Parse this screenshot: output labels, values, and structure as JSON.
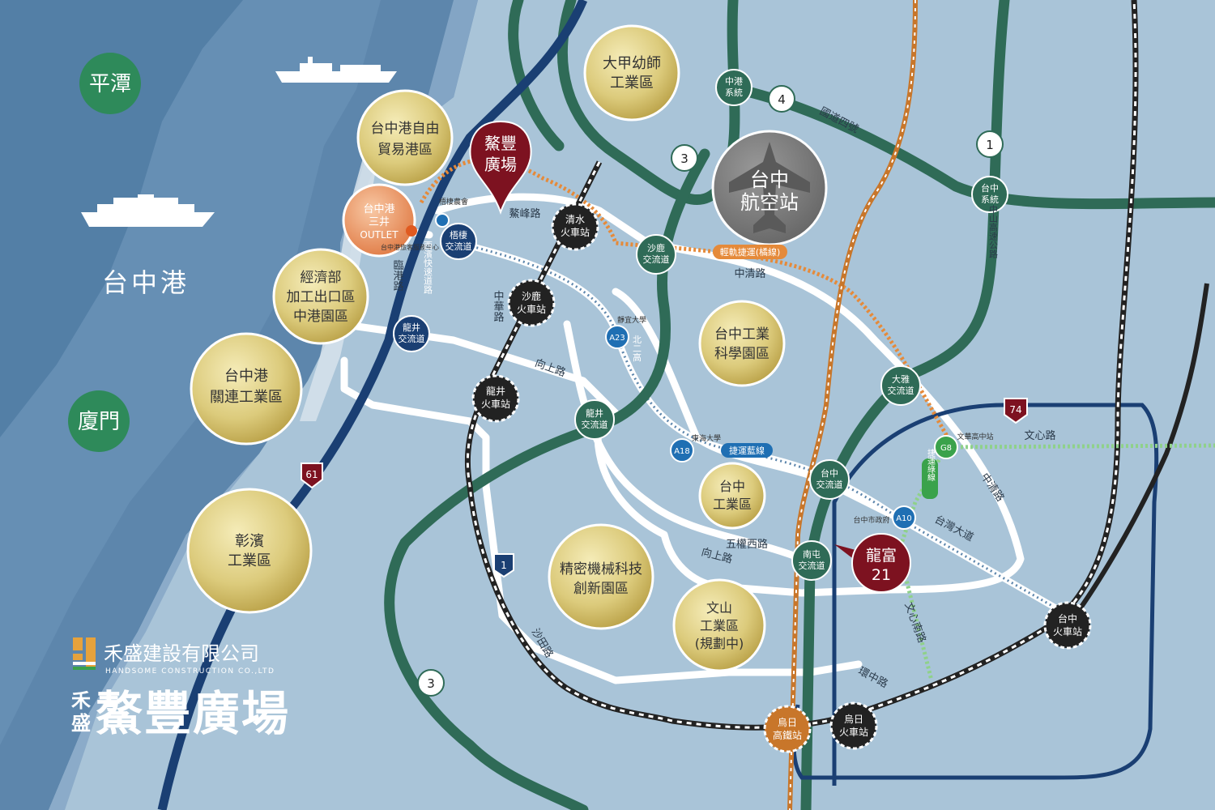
{
  "colors": {
    "land": "#a9c4d8",
    "sea_deep": "#5d86ac",
    "sea_mid": "#7197bb",
    "sea_light": "#87a9c8",
    "highway": "#2f6b57",
    "mrt_blue": "#1a3f73",
    "hsr_orange": "#c8762a",
    "rail": "#2b2b2b",
    "road_white": "#ffffff",
    "zone_gold": "#d6c270",
    "zone_orange": "#e88c5b",
    "accent_red": "#7d1220",
    "airport_gray": "#777777",
    "green_line": "#3aa24b",
    "city_green": "#2e8a5a",
    "brand_orange": "#e6a23c"
  },
  "sea_labels": {
    "pingtan": "平潭",
    "xiamen": "廈門",
    "taichung_port": "台中港"
  },
  "zones": [
    {
      "id": "dajia",
      "lines": [
        "大甲幼師",
        "工業區"
      ]
    },
    {
      "id": "ftz",
      "lines": [
        "台中港自由",
        "貿易港區"
      ]
    },
    {
      "id": "outlet",
      "lines": [
        "台中港",
        "三井",
        "OUTLET"
      ]
    },
    {
      "id": "epz",
      "lines": [
        "經濟部",
        "加工出口區",
        "中港園區"
      ]
    },
    {
      "id": "port-industry",
      "lines": [
        "台中港",
        "關連工業區"
      ]
    },
    {
      "id": "changbin",
      "lines": [
        "彰濱",
        "工業區"
      ]
    },
    {
      "id": "ctsp",
      "lines": [
        "台中工業",
        "科學園區"
      ]
    },
    {
      "id": "taichung-industry",
      "lines": [
        "台中",
        "工業區"
      ]
    },
    {
      "id": "precision",
      "lines": [
        "精密機械科技",
        "創新園區"
      ]
    },
    {
      "id": "wenshan",
      "lines": [
        "文山",
        "工業區",
        "(規劃中)"
      ]
    }
  ],
  "airport": [
    "台中",
    "航空站"
  ],
  "markers": {
    "aofeng": [
      "鰲豐",
      "廣場"
    ],
    "longfu": [
      "龍富",
      "21"
    ]
  },
  "stations": {
    "qingshui": [
      "清水",
      "火車站"
    ],
    "shalu": [
      "沙鹿",
      "火車站"
    ],
    "longjing": [
      "龍井",
      "火車站"
    ],
    "taichung": [
      "台中",
      "火車站"
    ],
    "wuri_hsr": [
      "烏日",
      "高鐵站"
    ],
    "wuri_rail": [
      "烏日",
      "火車站"
    ]
  },
  "interchanges": {
    "wuqi": [
      "梧棲",
      "交流道"
    ],
    "longjing": [
      "龍井",
      "交流道"
    ],
    "shalu": [
      "沙鹿",
      "交流道"
    ],
    "longjing2": [
      "龍井",
      "交流道"
    ],
    "daya": [
      "大雅",
      "交流道"
    ],
    "taichung": [
      "台中",
      "交流道"
    ],
    "nantun": [
      "南屯",
      "交流道"
    ],
    "zhonggang_sys": [
      "中港",
      "系統"
    ],
    "taichung_sys": [
      "台中",
      "系統"
    ]
  },
  "shields": {
    "n1": "1",
    "n3a": "3",
    "n3b": "3",
    "n4": "4",
    "p61": "61",
    "p74": "74",
    "r1": "1"
  },
  "mrt_badges": {
    "a23": "A23",
    "a18": "A18",
    "a10": "A10",
    "g8": "G8"
  },
  "small_labels": {
    "wuqi_farmers": "梧棲農會",
    "visitor_center": "台中港旅客服務中心",
    "jingyi": "靜宜大學",
    "tunghai": "東海大學",
    "city_hall": "台中市政府",
    "wenhua_high": "文華高中站"
  },
  "road_labels": {
    "aofeng_road": "鰲峰路",
    "zhongqing": "中清路",
    "xiangshang1": "向上路",
    "xiangshang2": "向上路",
    "wuquan_w": "五權西路",
    "zhonghua": "中華路",
    "taiwan_blvd": "台灣大道",
    "wenxin": "文心路",
    "wenxin_s": "文心南路",
    "zhongqing2": "中清路",
    "huanzhong": "環中路",
    "shatian": "沙田路",
    "lingang": "臨港路",
    "n4_label": "國道四號",
    "zhongshan_hwy": "中山高速公路",
    "west_coast": "西濱快速道路",
    "north2": "北二高",
    "lrt": "輕軌捷運(橘線)",
    "mrt_blue": "捷運藍線",
    "mrt_green": "捷運綠線"
  },
  "brand": {
    "company": "禾盛建設有限公司",
    "company_en": "HANDSOME CONSTRUCTION CO.,LTD",
    "mark_top": "禾",
    "mark_bottom": "盛",
    "project": "鰲豐廣場"
  }
}
